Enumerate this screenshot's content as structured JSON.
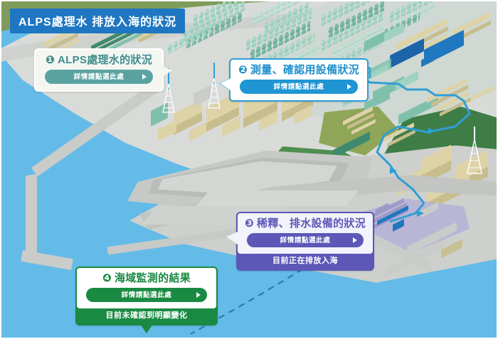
{
  "page": {
    "title": "ALPS處理水 排放入海的狀況",
    "background_sea_color": "#64bbe8",
    "background_land_color": "#d9dbd8"
  },
  "common": {
    "detail_button_label": "詳情請點選此處",
    "arrow_icon": "right-triangle-icon"
  },
  "panels": [
    {
      "number": "❶",
      "title": "ALPS處理水的狀況",
      "button_label": "詳情請點選此處",
      "status": "",
      "color": "#5aa3a2",
      "title_color": "#3f8d8c"
    },
    {
      "number": "❷",
      "title": "測量、確認用設備狀況",
      "button_label": "詳情請點選此處",
      "status": "",
      "color": "#1f95d3",
      "title_color": "#1f8fcc"
    },
    {
      "number": "❸",
      "title": "稀釋、排水設備的狀況",
      "button_label": "詳情請點選此處",
      "status": "目前正在排放入海",
      "color": "#5d57b8",
      "title_color": "#5d57b8"
    },
    {
      "number": "❹",
      "title": "海域監測的結果",
      "button_label": "詳情請點選此處",
      "status": "目前未確認到明顯變化",
      "color": "#1a8a43",
      "title_color": "#1a8a43"
    }
  ],
  "illustration": {
    "type": "isometric-site-map",
    "sea_label": "",
    "pipeline_color": "#2f9fd4",
    "tunnel_style": "dashed",
    "elements": [
      "tank-farm",
      "reactor-buildings",
      "seawall",
      "breakwater",
      "discharge-facility",
      "transfer-pipeline",
      "undersea-tunnel",
      "vent-stacks",
      "forest-hill"
    ]
  }
}
